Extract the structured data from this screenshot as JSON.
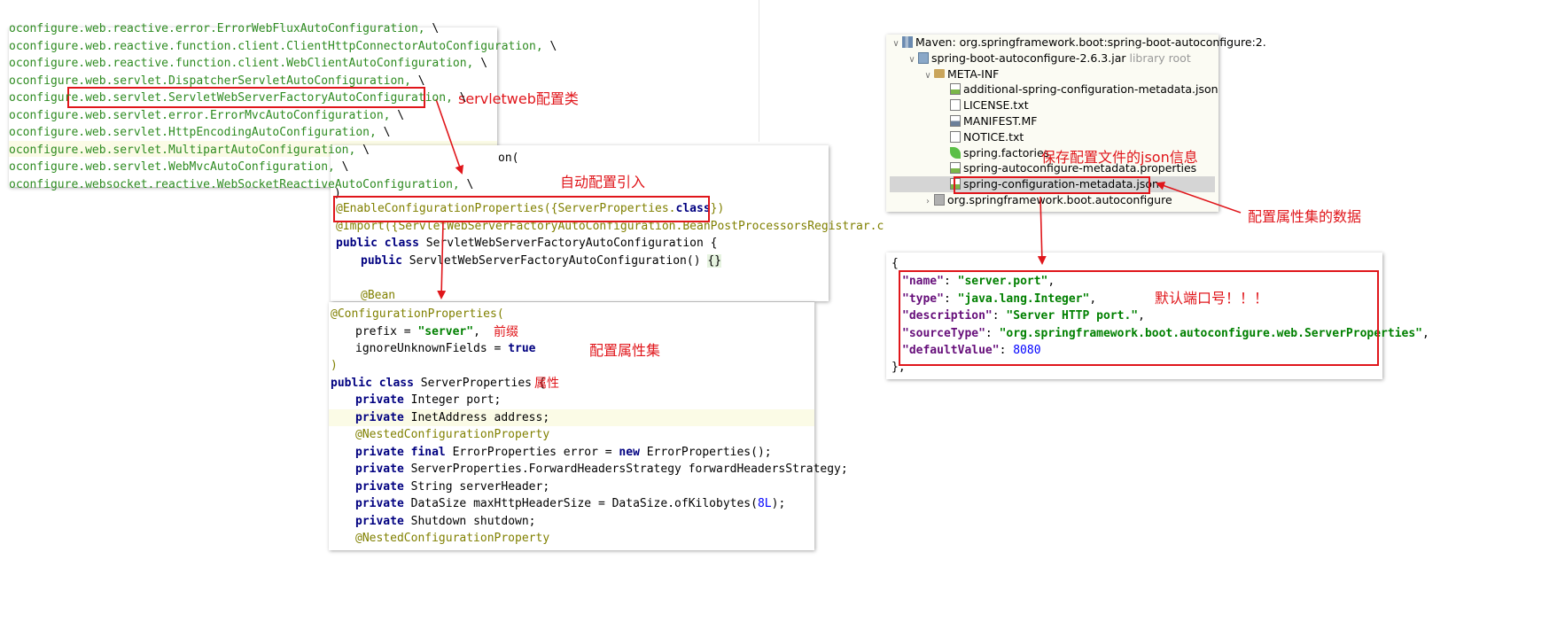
{
  "panel1": {
    "lines": [
      [
        "oconfigure.web.reactive.error.ErrorWebFluxAutoConfiguration,",
        " \\"
      ],
      [
        "oconfigure.web.reactive.function.client.ClientHttpConnectorAutoConfiguration,",
        " \\"
      ],
      [
        "oconfigure.web.reactive.function.client.WebClientAutoConfiguration,",
        " \\"
      ],
      [
        "oconfigure.web.servlet.DispatcherServletAutoConfiguration,",
        " \\"
      ],
      [
        "oconfigure.web.servlet.ServletWebServerFactoryAutoConfiguration,",
        " \\"
      ],
      [
        "oconfigure.web.servlet.error.ErrorMvcAutoConfiguration,",
        " \\"
      ],
      [
        "oconfigure.web.servlet.HttpEncodingAutoConfiguration,",
        " \\"
      ],
      [
        "oconfigure.web.servlet.MultipartAutoConfiguration,",
        " \\"
      ],
      [
        "oconfigure.web.servlet.WebMvcAutoConfiguration,",
        " \\"
      ],
      [
        "oconfigure.websocket.reactive.WebSocketReactiveAutoConfiguration,",
        " \\"
      ]
    ]
  },
  "panel2": {
    "line0": "on(",
    "line1": ")",
    "enable_anno": "@EnableConfigurationProperties({ServerProperties.",
    "enable_class": "class",
    "enable_end": "})",
    "import_line": "@Import({ServletWebServerFactoryAutoConfiguration.BeanPostProcessorsRegistrar.c",
    "kw_public": "public",
    "kw_class": "class",
    "class_decl": " ServletWebServerFactoryAutoConfiguration {",
    "ctor_decl": " ServletWebServerFactoryAutoConfiguration()",
    "ctor_body": "{}",
    "bean_anno": "@Bean"
  },
  "panel3": {
    "anno_open": "@ConfigurationProperties(",
    "prefix_key": "prefix = ",
    "prefix_val": "\"server\"",
    "comma": ",",
    "ignore_key": "ignoreUnknownFields = ",
    "ignore_val": "true",
    "anno_close": ")",
    "kw_public": "public",
    "kw_class": "class",
    "class_decl": " ServerProperties {",
    "fields": [
      {
        "mods": "private",
        "rest": " Integer port;"
      },
      {
        "mods": "private",
        "rest": " InetAddress address;"
      },
      {
        "anno": "@NestedConfigurationProperty"
      },
      {
        "mods": "private final",
        "rest": " ErrorProperties error = ",
        "kw2": "new",
        "rest2": " ErrorProperties();"
      },
      {
        "mods": "private",
        "rest": " ServerProperties.ForwardHeadersStrategy forwardHeadersStrategy;"
      },
      {
        "mods": "private",
        "rest": " String serverHeader;"
      },
      {
        "mods": "private",
        "rest": " DataSize maxHttpHeaderSize = DataSize.ofKilobytes(",
        "num": "8L",
        "rest2": ");"
      },
      {
        "mods": "private",
        "rest": " Shutdown shutdown;"
      },
      {
        "anno": "@NestedConfigurationProperty"
      }
    ]
  },
  "tree": {
    "rows": [
      {
        "label": "Maven: org.springframework.boot:spring-boot-autoconfigure:2.",
        "icon": "maven-icon",
        "chevron": "v"
      },
      {
        "label": "spring-boot-autoconfigure-2.6.3.jar",
        "extra": "library root",
        "icon": "jar-icon",
        "chevron": "v"
      },
      {
        "label": "META-INF",
        "icon": "folder-icon",
        "chevron": "v"
      },
      {
        "label": "additional-spring-configuration-metadata.json",
        "icon": "json-file-icon",
        "chevron": ""
      },
      {
        "label": "LICENSE.txt",
        "icon": "text-file-icon",
        "chevron": ""
      },
      {
        "label": "MANIFEST.MF",
        "icon": "manifest-file-icon",
        "chevron": ""
      },
      {
        "label": "NOTICE.txt",
        "icon": "text-file-icon",
        "chevron": ""
      },
      {
        "label": "spring.factories",
        "icon": "spring-leaf-icon",
        "chevron": ""
      },
      {
        "label": "spring-autoconfigure-metadata.properties",
        "icon": "properties-file-icon",
        "chevron": ""
      },
      {
        "label": "spring-configuration-metadata.json",
        "icon": "json-file-icon",
        "chevron": "",
        "selected": true
      },
      {
        "label": "org.springframework.boot.autoconfigure",
        "icon": "package-icon",
        "chevron": ">"
      }
    ]
  },
  "json": {
    "open": "{",
    "entries": [
      {
        "key": "\"name\"",
        "value": "\"server.port\"",
        "trail": ","
      },
      {
        "key": "\"type\"",
        "value": "\"java.lang.Integer\"",
        "trail": ","
      },
      {
        "key": "\"description\"",
        "value": "\"Server HTTP port.\"",
        "trail": ","
      },
      {
        "key": "\"sourceType\"",
        "value": "\"org.springframework.boot.autoconfigure.web.ServerProperties\"",
        "trail": ","
      },
      {
        "key": "\"defaultValue\"",
        "value": "8080",
        "trail": "",
        "numeric": true
      }
    ],
    "close": "},"
  },
  "notes": {
    "servletweb": "servletweb配置类",
    "auto_import": "自动配置引入",
    "prefix": "前缀",
    "prop_set": "配置属性集",
    "property": "属性",
    "save_json": "保存配置文件的json信息",
    "prop_data": "配置属性集的数据",
    "default_port": "默认端口号！！！"
  },
  "colors": {
    "annotation_red": "#e0161b",
    "keyword": "#000080",
    "package_green": "#2e8b21",
    "string_green": "#008000",
    "selected_row": "#d5d5d5"
  }
}
